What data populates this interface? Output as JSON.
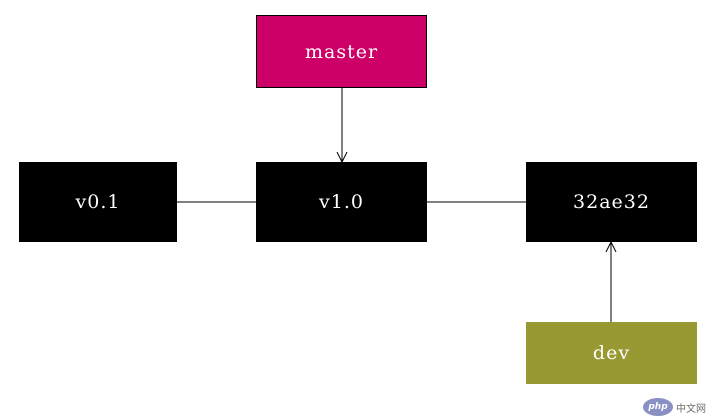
{
  "nodes": {
    "master": {
      "label": "master",
      "color": "#cc0066"
    },
    "v01": {
      "label": "v0.1",
      "color": "#000000"
    },
    "v10": {
      "label": "v1.0",
      "color": "#000000"
    },
    "c32": {
      "label": "32ae32",
      "color": "#000000"
    },
    "dev": {
      "label": "dev",
      "color": "#999933"
    }
  },
  "edges": [
    {
      "from": "v01",
      "to": "v10",
      "arrow": false
    },
    {
      "from": "v10",
      "to": "c32",
      "arrow": false
    },
    {
      "from": "master",
      "to": "v10",
      "arrow": true
    },
    {
      "from": "dev",
      "to": "c32",
      "arrow": true
    }
  ],
  "line_color": "#000000",
  "watermark": {
    "logo": "php",
    "text": "中文网"
  }
}
